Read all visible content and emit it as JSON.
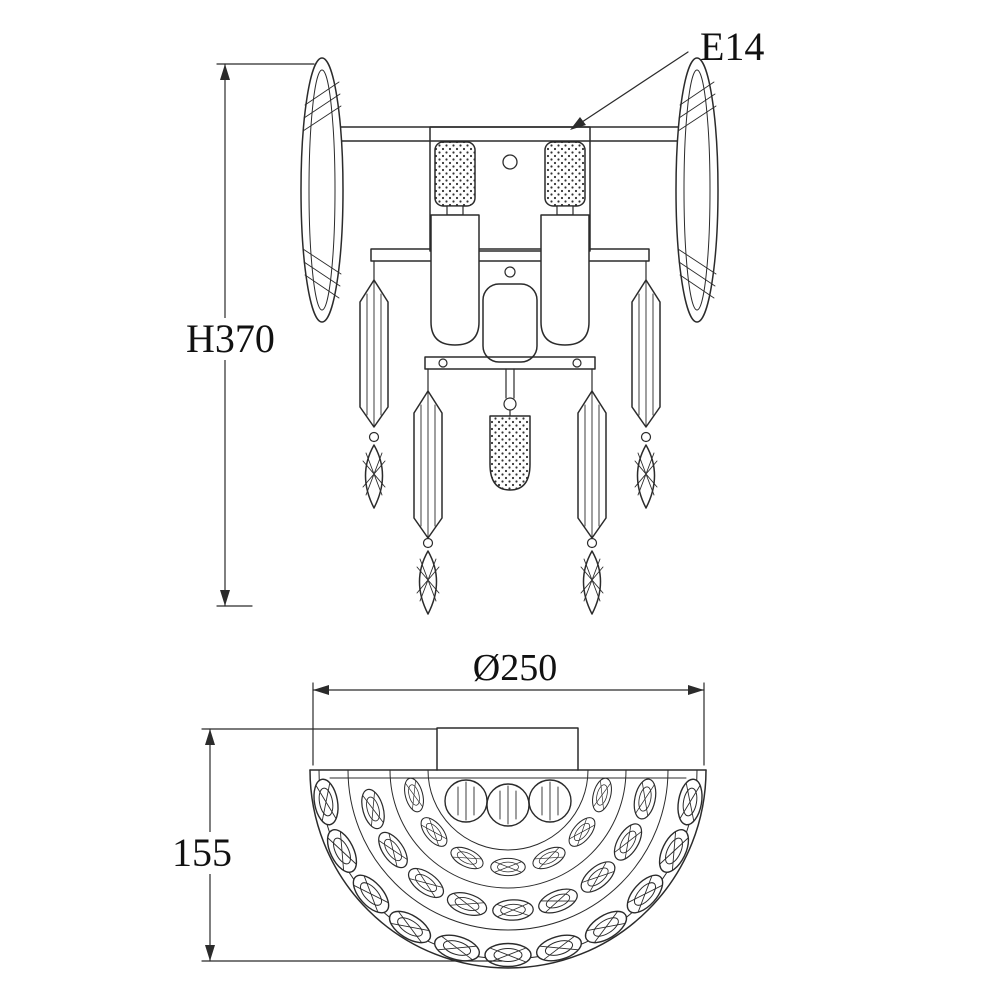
{
  "diagram": {
    "title": "wall-lamp-dimension-drawing",
    "labels": {
      "socket": "E14",
      "height": "H370",
      "diameter": "Ø250",
      "depth": "155"
    },
    "colors": {
      "line": "#2b2b2b",
      "text": "#111111",
      "background": "#ffffff"
    }
  }
}
